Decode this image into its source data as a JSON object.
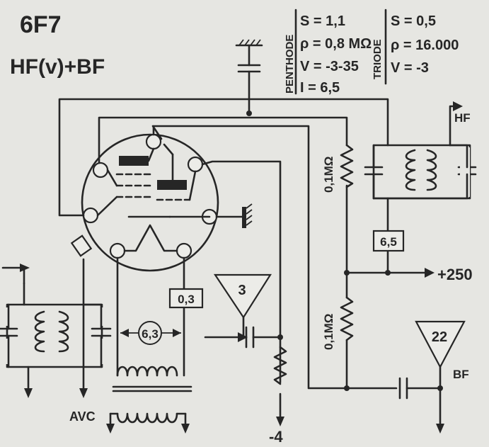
{
  "tube": {
    "name": "6F7",
    "function": "HF(v)+BF"
  },
  "penthode": {
    "label": "PENTHODE",
    "lines": [
      "S = 1,1",
      "ρ = 0,8 MΩ",
      "V = -3-35",
      "I = 6,5"
    ]
  },
  "triode": {
    "label": "TRIODE",
    "lines": [
      "S = 0,5",
      "ρ = 16.000",
      "V = -3"
    ]
  },
  "labels": {
    "hf_out": "HF",
    "bf_out": "BF",
    "avc": "AVC",
    "b_plus": "+250",
    "bias": "-4",
    "r_upper": "0,1MΩ",
    "r_lower": "0,1MΩ",
    "box_65": "6,5",
    "box_03": "0,3",
    "heater_v": "6,3",
    "tri_3": "3",
    "tri_22": "22"
  },
  "colors": {
    "ink": "#262626",
    "paper": "#e6e6e2"
  }
}
